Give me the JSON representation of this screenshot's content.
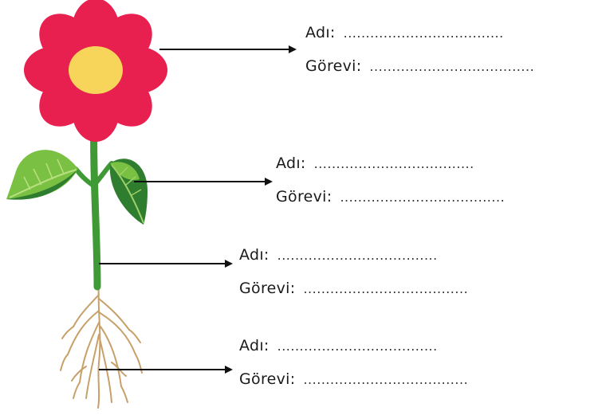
{
  "parts": [
    {
      "name_label": "Adı:",
      "duty_label": "Görevi:",
      "name_blank": "....................................",
      "duty_blank": "....................................."
    },
    {
      "name_label": "Adı:",
      "duty_label": "Görevi:",
      "name_blank": "....................................",
      "duty_blank": "....................................."
    },
    {
      "name_label": "Adı:",
      "duty_label": "Görevi:",
      "name_blank": "....................................",
      "duty_blank": "....................................."
    },
    {
      "name_label": "Adı:",
      "duty_label": "Görevi:",
      "name_blank": "....................................",
      "duty_blank": "....................................."
    }
  ],
  "colors": {
    "petal": "#e8204f",
    "center": "#f6d55a",
    "stem": "#3f9a35",
    "leaf_light": "#7ac143",
    "leaf_dark": "#2f7d2e",
    "root": "#c7a06a",
    "arrow": "#111111"
  }
}
